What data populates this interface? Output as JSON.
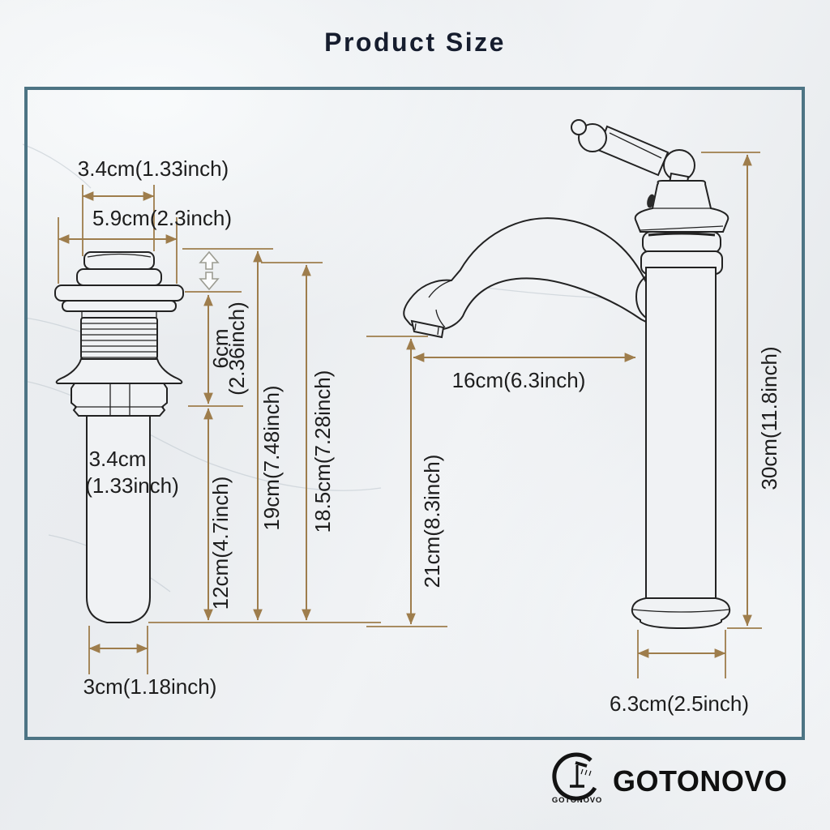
{
  "title": "Product Size",
  "logo": {
    "name": "GOTONOVO",
    "mark_caption": "GOTONOVO"
  },
  "colors": {
    "frame": "#4d7484",
    "dimension_lines": "#9e7d4c",
    "label_text": "#1d1d1d",
    "title_text": "#161d2e",
    "background": "#edeff1"
  },
  "drain": {
    "top_diameter": "3.4cm(1.33inch)",
    "flange_diameter": "5.9cm(2.3inch)",
    "popup_travel_line1": "6cm",
    "popup_travel_line2": "(2.36inch)",
    "overall_height": "19cm(7.48inch)",
    "body_height": "18.5cm(7.28inch)",
    "tube_diameter_line1": "3.4cm",
    "tube_diameter_line2": "(1.33inch)",
    "tube_length": "12cm(4.7inch)",
    "tail_diameter": "3cm(1.18inch)"
  },
  "faucet": {
    "spout_reach": "16cm(6.3inch)",
    "spout_height": "21cm(8.3inch)",
    "overall_height": "30cm(11.8inch)",
    "base_diameter": "6.3cm(2.5inch)"
  }
}
